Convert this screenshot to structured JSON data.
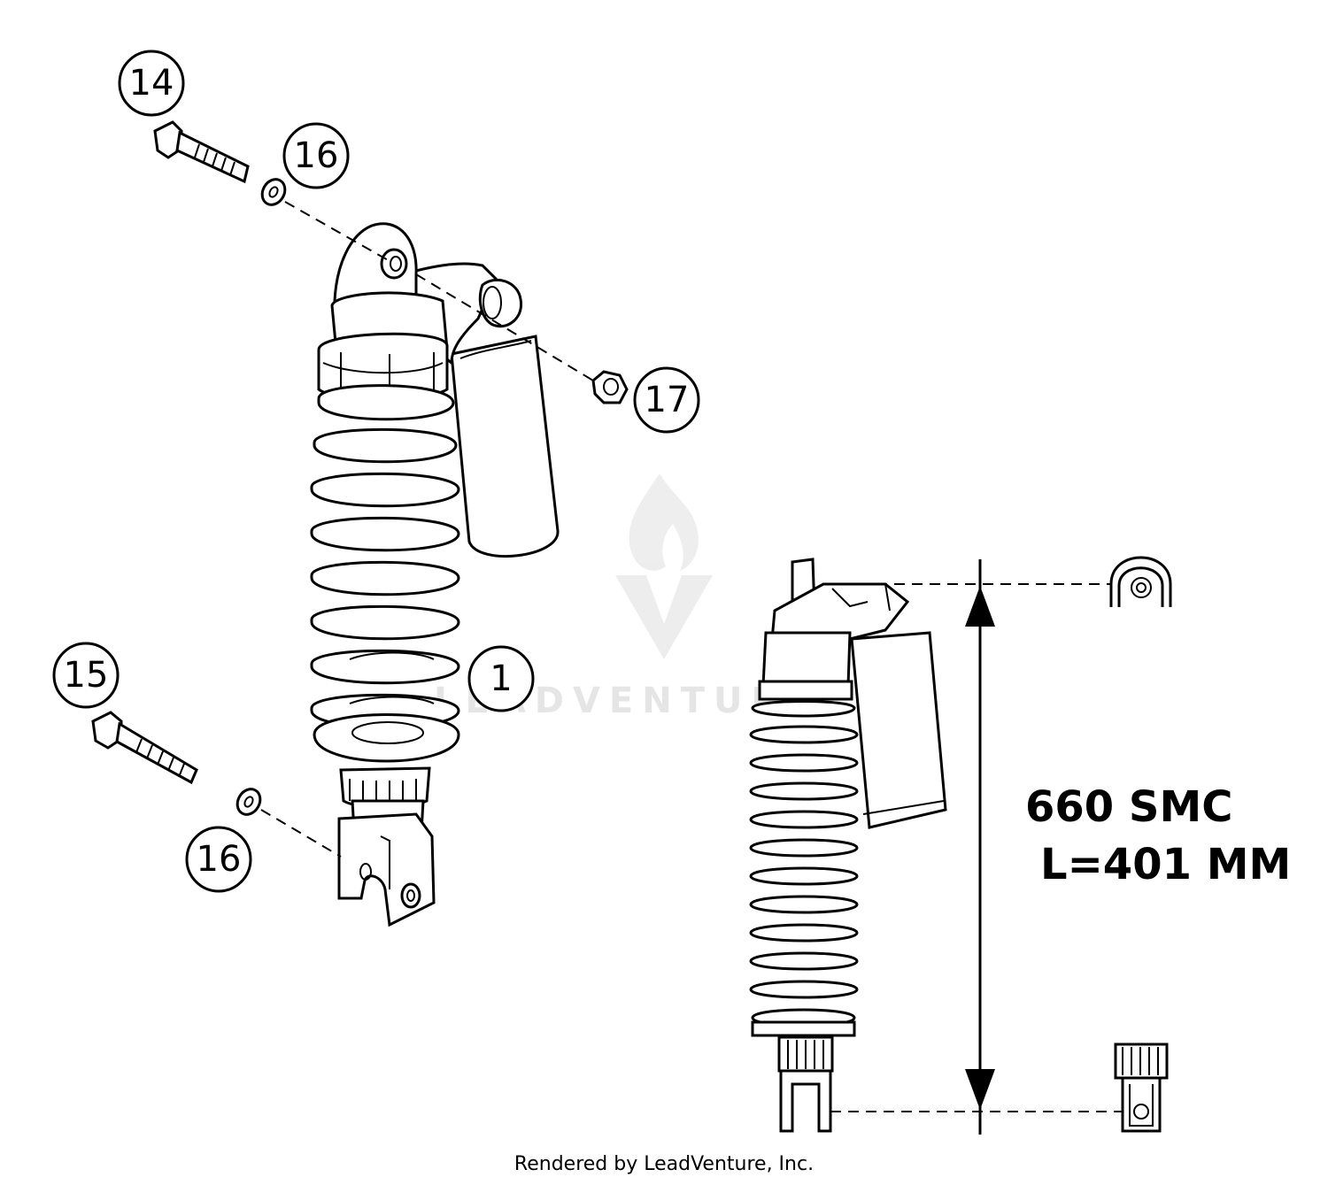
{
  "callouts": {
    "shock_absorber": "1",
    "upper_bolt": "14",
    "lower_bolt": "15",
    "washer_upper": "16",
    "washer_lower": "16",
    "nut": "17"
  },
  "spec": {
    "model": "660 SMC",
    "length": "L=401 MM"
  },
  "watermark": {
    "text": "LEADVENTURE"
  },
  "footer": {
    "text": "Rendered by LeadVenture, Inc."
  }
}
